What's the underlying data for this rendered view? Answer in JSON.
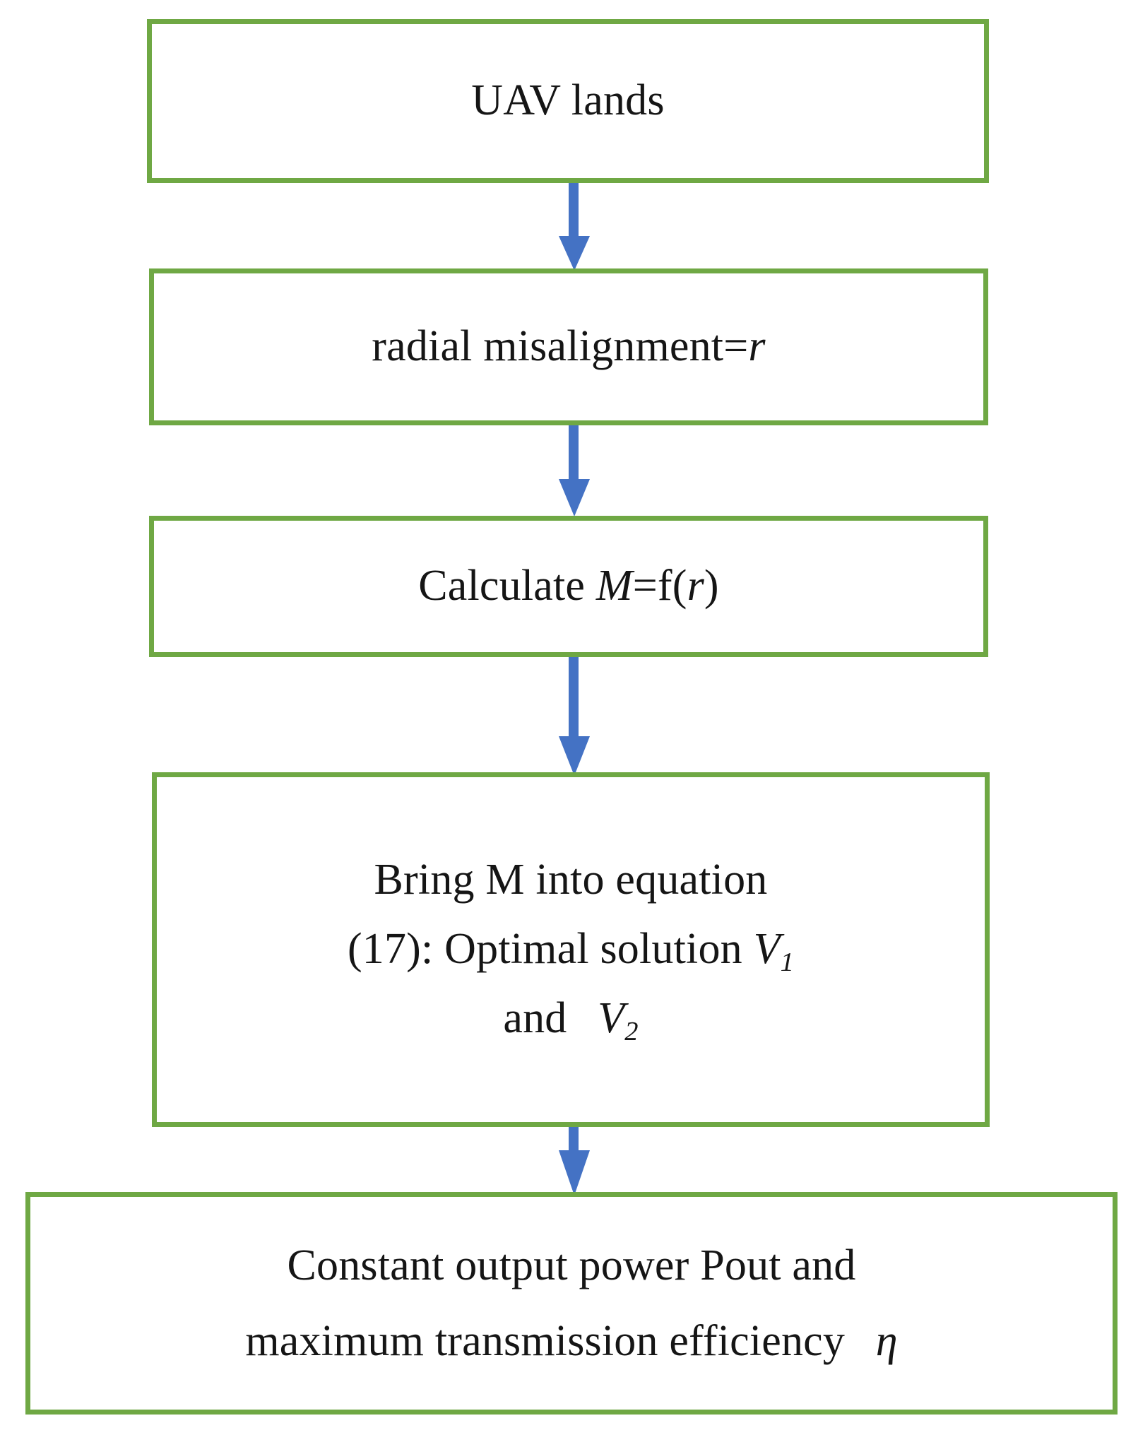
{
  "diagram": {
    "title": "UAV wireless charging control flowchart",
    "colors": {
      "box_border": "#6FA844",
      "box_fill": "#FFFFFF",
      "arrow": "#4472C4",
      "text": "#151515",
      "background": "#FFFFFF"
    },
    "nodes": [
      {
        "id": "uav-lands",
        "name": "UAV lands",
        "lines": [
          {
            "segments": [
              {
                "text": "UAV lands",
                "style": "normal"
              }
            ]
          }
        ]
      },
      {
        "id": "radial-misalignment",
        "name": "radial misalignment=r",
        "lines": [
          {
            "segments": [
              {
                "text": "radial misalignment=",
                "style": "normal"
              },
              {
                "text": "r",
                "style": "italic"
              }
            ]
          }
        ]
      },
      {
        "id": "calculate-m",
        "name": "Calculate M=f(r)",
        "lines": [
          {
            "segments": [
              {
                "text": "Calculate ",
                "style": "normal"
              },
              {
                "text": "M",
                "style": "italic"
              },
              {
                "text": "=f(",
                "style": "normal"
              },
              {
                "text": "r",
                "style": "italic"
              },
              {
                "text": ")",
                "style": "normal"
              }
            ]
          }
        ]
      },
      {
        "id": "bring-m",
        "name": "Bring M into equation (17): Optimal solution V1 and V2",
        "lines": [
          {
            "segments": [
              {
                "text": "Bring M into equation",
                "style": "normal"
              }
            ]
          },
          {
            "segments": [
              {
                "text": "(17): Optimal solution ",
                "style": "normal"
              },
              {
                "text": "V",
                "style": "italic"
              },
              {
                "text": "1",
                "style": "subscript"
              }
            ]
          },
          {
            "segments": [
              {
                "text": "and ",
                "style": "normal"
              },
              {
                "text": " ",
                "style": "gap"
              },
              {
                "text": "V",
                "style": "italic"
              },
              {
                "text": "2",
                "style": "subscript"
              }
            ]
          }
        ]
      },
      {
        "id": "constant-output",
        "name": "Constant output power Pout and maximum transmission efficiency eta",
        "lines": [
          {
            "segments": [
              {
                "text": "Constant output power Pout and",
                "style": "normal"
              }
            ]
          },
          {
            "segments": [
              {
                "text": "maximum transmission efficiency ",
                "style": "normal"
              },
              {
                "text": " ",
                "style": "gap"
              },
              {
                "text": "η",
                "style": "italic"
              }
            ]
          }
        ]
      }
    ],
    "edges": [
      {
        "id": "edge-1",
        "from": "uav-lands",
        "to": "radial-misalignment",
        "label": ""
      },
      {
        "id": "edge-2",
        "from": "radial-misalignment",
        "to": "calculate-m",
        "label": ""
      },
      {
        "id": "edge-3",
        "from": "calculate-m",
        "to": "bring-m",
        "label": ""
      },
      {
        "id": "edge-4",
        "from": "bring-m",
        "to": "constant-output",
        "label": ""
      }
    ]
  }
}
